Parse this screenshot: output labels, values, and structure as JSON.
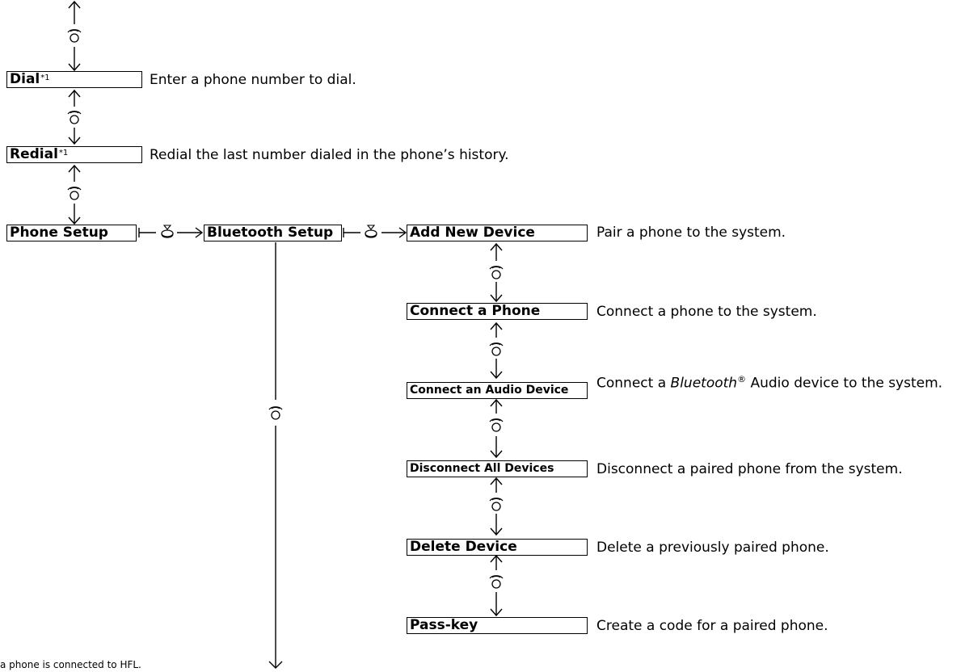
{
  "menu": {
    "dial": {
      "label": "Dial",
      "note": "*1",
      "desc": "Enter a phone number to dial."
    },
    "redial": {
      "label": "Redial",
      "note": "*1",
      "desc": "Redial the last number dialed in the phone’s history."
    },
    "phone_setup": {
      "label": "Phone Setup"
    },
    "bluetooth_setup": {
      "label": "Bluetooth Setup"
    },
    "add_new_device": {
      "label": "Add New Device",
      "desc": "Pair a phone to the system."
    },
    "connect_phone": {
      "label": "Connect a Phone",
      "desc": "Connect a phone to the system."
    },
    "connect_audio": {
      "label": "Connect an Audio Device",
      "desc_pre": "Connect a ",
      "desc_italic": "Bluetooth",
      "desc_reg": "®",
      "desc_post": " Audio device to the system."
    },
    "disconnect_all": {
      "label": "Disconnect All Devices",
      "desc": "Disconnect a paired phone from the system."
    },
    "delete_device": {
      "label": "Delete Device",
      "desc": "Delete a previously paired phone."
    },
    "pass_key": {
      "label": "Pass-key",
      "desc": "Create a code for a paired phone."
    }
  },
  "footnote": "a phone is connected to HFL.",
  "icons": {
    "rotate": "interface-dial-rotate-icon",
    "press": "interface-dial-press-icon"
  }
}
